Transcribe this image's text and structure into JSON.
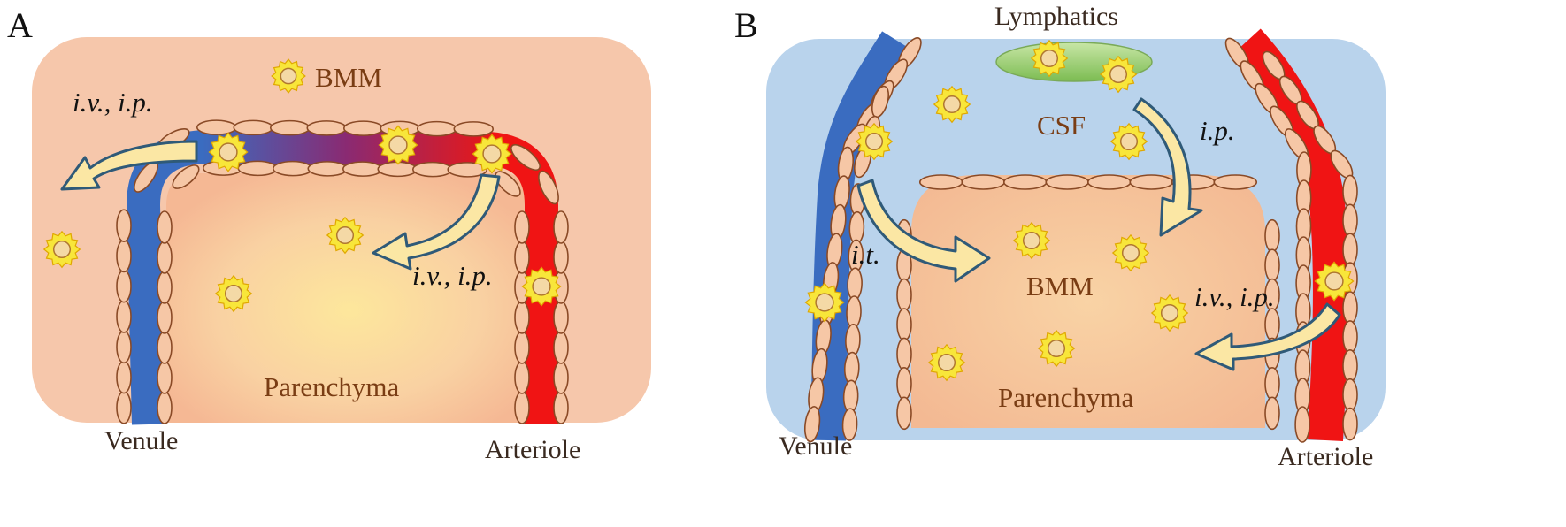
{
  "panel_a": {
    "letter": "A",
    "bmm_label": "BMM",
    "route_left": "i.v., i.p.",
    "route_inner": "i.v., i.p.",
    "parenchyma_label": "Parenchyma",
    "venule_label": "Venule",
    "arteriole_label": "Arteriole"
  },
  "panel_b": {
    "letter": "B",
    "lymphatics_label": "Lymphatics",
    "csf_label": "CSF",
    "route_ip": "i.p.",
    "route_it": "i.t.",
    "route_iv_ip": "i.v., i.p.",
    "bmm_label": "BMM",
    "parenchyma_label": "Parenchyma",
    "venule_label": "Venule",
    "arteriole_label": "Arteriole"
  },
  "colors": {
    "tissue_a": "#f6c7ab",
    "csf_b": "#b9d3ec",
    "venule": "#3a6cc0",
    "arteriole": "#f01414",
    "endothelial_cell": "#f6c7a6",
    "bmm_cell": "#f8e63a",
    "arrow": "#fbe7a4",
    "lymphatic": "#90c868"
  },
  "icons": [
    "bmm-cell-icon",
    "curved-arrow-icon"
  ]
}
